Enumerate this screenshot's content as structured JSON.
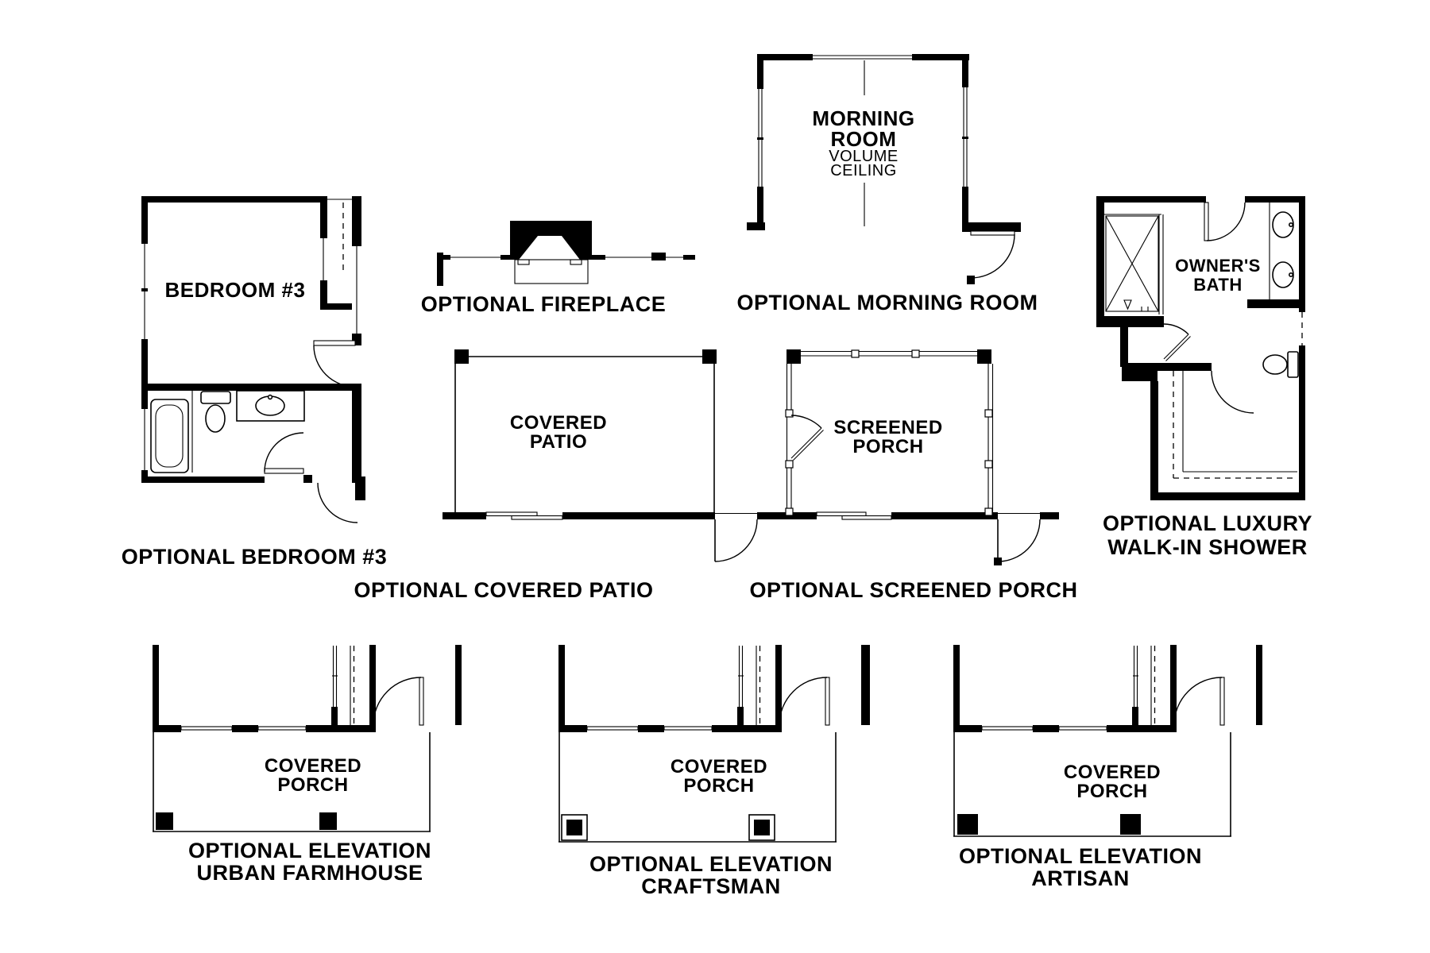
{
  "page": {
    "background": "#ffffff",
    "ink": "#000000",
    "type": "floor-plan-options-sheet"
  },
  "sections": {
    "bedroom3": {
      "room_label": "BEDROOM #3",
      "caption": "OPTIONAL BEDROOM #3"
    },
    "fireplace": {
      "caption": "OPTIONAL FIREPLACE"
    },
    "morning_room": {
      "room_label_line1": "MORNING",
      "room_label_line2": "ROOM",
      "ceiling_note_line1": "VOLUME",
      "ceiling_note_line2": "CEILING",
      "caption": "OPTIONAL MORNING ROOM"
    },
    "owners_bath": {
      "room_label_line1": "OWNER'S",
      "room_label_line2": "BATH",
      "caption_line1": "OPTIONAL LUXURY",
      "caption_line2": "WALK-IN SHOWER"
    },
    "covered_patio": {
      "room_label_line1": "COVERED",
      "room_label_line2": "PATIO",
      "caption": "OPTIONAL COVERED PATIO"
    },
    "screened_porch": {
      "room_label_line1": "SCREENED",
      "room_label_line2": "PORCH",
      "caption": "OPTIONAL SCREENED PORCH"
    },
    "elevation_urban_farmhouse": {
      "porch_label_line1": "COVERED",
      "porch_label_line2": "PORCH",
      "caption_line1": "OPTIONAL ELEVATION",
      "caption_line2": "URBAN FARMHOUSE"
    },
    "elevation_craftsman": {
      "porch_label_line1": "COVERED",
      "porch_label_line2": "PORCH",
      "caption_line1": "OPTIONAL ELEVATION",
      "caption_line2": "CRAFTSMAN"
    },
    "elevation_artisan": {
      "porch_label_line1": "COVERED",
      "porch_label_line2": "PORCH",
      "caption_line1": "OPTIONAL ELEVATION",
      "caption_line2": "ARTISAN"
    }
  }
}
